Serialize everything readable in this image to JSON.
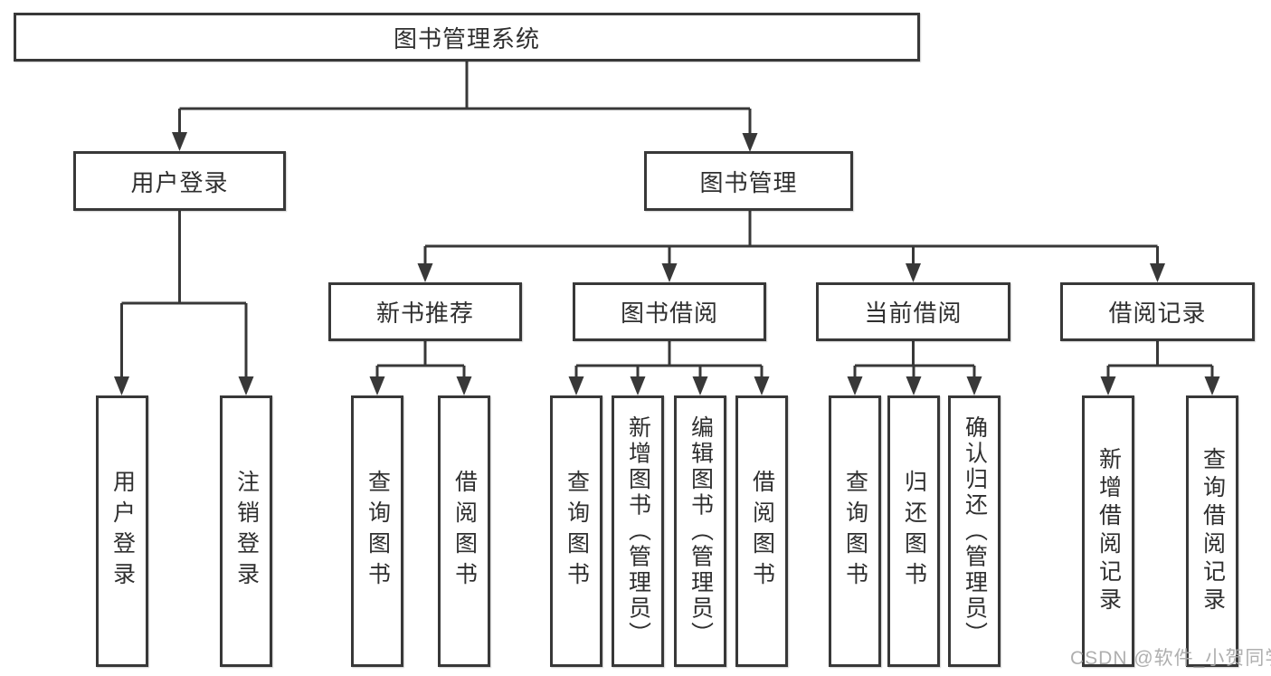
{
  "diagram": {
    "root": "图书管理系统",
    "level2": {
      "user_login": "用户登录",
      "book_management": "图书管理"
    },
    "level3": {
      "new_book_recommend": "新书推荐",
      "book_borrow": "图书借阅",
      "current_borrow": "当前借阅",
      "borrow_records": "借阅记录"
    },
    "leaves": {
      "user_login": [
        "用户登录",
        "注销登录"
      ],
      "new_book_recommend": [
        "查询图书",
        "借阅图书"
      ],
      "book_borrow": [
        "查询图书",
        "新增图书（管理员）",
        "编辑图书（管理员）",
        "借阅图书"
      ],
      "current_borrow": [
        "查询图书",
        "归还图书",
        "确认归还（管理员）"
      ],
      "borrow_records": [
        "新增借阅记录",
        "查询借阅记录"
      ]
    }
  },
  "watermark": "CSDN @软件_小贺同学",
  "colors": {
    "line": "#383838",
    "text": "#2f2f2f",
    "background": "#ffffff",
    "watermark": "#a8a8a8"
  }
}
